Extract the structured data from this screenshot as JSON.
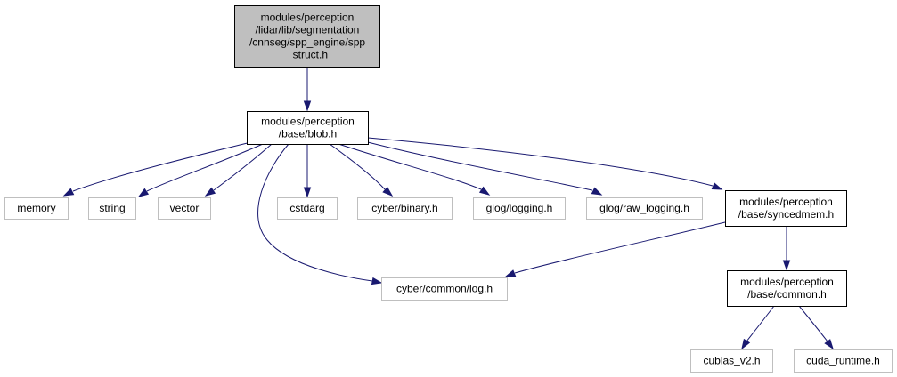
{
  "colors": {
    "edge": "#191970",
    "root_fill": "#bfbfbf",
    "root_border": "#000000",
    "node_border": "#000000",
    "external_border": "#bfbfbf",
    "text": "#000000"
  },
  "nodes": [
    {
      "id": "root",
      "kind": "root",
      "lines": [
        "modules/perception",
        "/lidar/lib/segmentation",
        "/cnnseg/spp_engine/spp",
        "_struct.h"
      ]
    },
    {
      "id": "blob",
      "kind": "local",
      "lines": [
        "modules/perception",
        "/base/blob.h"
      ]
    },
    {
      "id": "memory",
      "kind": "external",
      "lines": [
        "memory"
      ]
    },
    {
      "id": "string",
      "kind": "external",
      "lines": [
        "string"
      ]
    },
    {
      "id": "vector",
      "kind": "external",
      "lines": [
        "vector"
      ]
    },
    {
      "id": "cstdarg",
      "kind": "external",
      "lines": [
        "cstdarg"
      ]
    },
    {
      "id": "cyber_binary",
      "kind": "external",
      "lines": [
        "cyber/binary.h"
      ]
    },
    {
      "id": "glog_logging",
      "kind": "external",
      "lines": [
        "glog/logging.h"
      ]
    },
    {
      "id": "glog_raw",
      "kind": "external",
      "lines": [
        "glog/raw_logging.h"
      ]
    },
    {
      "id": "syncedmem",
      "kind": "local",
      "lines": [
        "modules/perception",
        "/base/syncedmem.h"
      ]
    },
    {
      "id": "cyber_log",
      "kind": "external",
      "lines": [
        "cyber/common/log.h"
      ]
    },
    {
      "id": "common",
      "kind": "local",
      "lines": [
        "modules/perception",
        "/base/common.h"
      ]
    },
    {
      "id": "cublas",
      "kind": "external",
      "lines": [
        "cublas_v2.h"
      ]
    },
    {
      "id": "cuda_runtime",
      "kind": "external",
      "lines": [
        "cuda_runtime.h"
      ]
    }
  ],
  "edges": [
    {
      "from": "root",
      "to": "blob"
    },
    {
      "from": "blob",
      "to": "memory"
    },
    {
      "from": "blob",
      "to": "string"
    },
    {
      "from": "blob",
      "to": "vector"
    },
    {
      "from": "blob",
      "to": "cyber_log"
    },
    {
      "from": "blob",
      "to": "cstdarg"
    },
    {
      "from": "blob",
      "to": "cyber_binary"
    },
    {
      "from": "blob",
      "to": "glog_logging"
    },
    {
      "from": "blob",
      "to": "glog_raw"
    },
    {
      "from": "blob",
      "to": "syncedmem"
    },
    {
      "from": "syncedmem",
      "to": "cyber_log"
    },
    {
      "from": "syncedmem",
      "to": "common"
    },
    {
      "from": "common",
      "to": "cublas"
    },
    {
      "from": "common",
      "to": "cuda_runtime"
    }
  ]
}
